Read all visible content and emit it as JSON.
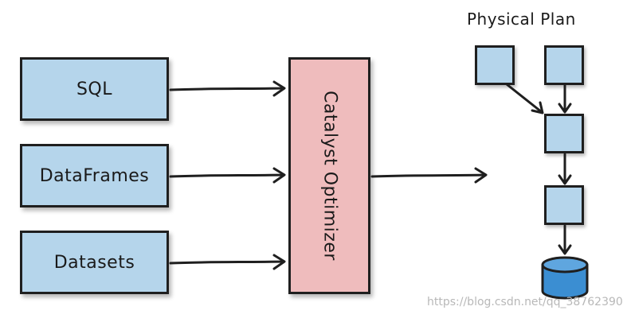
{
  "colors": {
    "source_fill": "#b5d5eb",
    "optimizer_fill": "#efbcbd",
    "node_fill": "#b5d5eb",
    "db_fill": "#3b8ed2",
    "stroke": "#1f1f1f"
  },
  "inputs": [
    {
      "label": "SQL"
    },
    {
      "label": "DataFrames"
    },
    {
      "label": "Datasets"
    }
  ],
  "optimizer": {
    "label": "Catalyst Optimizer"
  },
  "physical_plan": {
    "title": "Physical Plan"
  },
  "watermark": {
    "text": "https://blog.csdn.net/qq_38762390"
  }
}
